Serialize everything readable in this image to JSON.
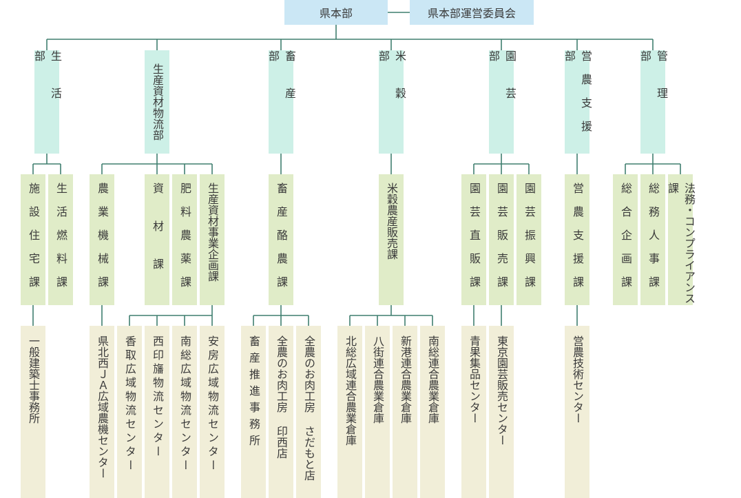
{
  "colors": {
    "top": "#cbe7f5",
    "department": "#cdf0e7",
    "section": "#e0ecc8",
    "facility": "#f1eed8",
    "line": "#3f7f6f",
    "text": "#3a3a3a"
  },
  "headquarters": "県本部",
  "committee": "県本部運営委員会",
  "departments": [
    "生活部",
    "生産資材物流部",
    "畜産部",
    "米穀部",
    "園芸部",
    "営農支援部",
    "管理部"
  ],
  "sections": [
    "施設住宅課",
    "生活燃料課",
    "農業機械課",
    "資材課",
    "肥料農薬課",
    "生産資材事業企画課",
    "畜産酪農課",
    "米穀農産販売課",
    "園芸直販課",
    "園芸販売課",
    "園芸振興課",
    "営農支援課",
    "総合企画課",
    "総務人事課",
    "法務・コンプライアンス課"
  ],
  "facilities": [
    "一般建築士事務所",
    "県北西ＪＡ広域農機センター",
    "香取広域物流センター",
    "西印旛物流センター",
    "南総広域物流センター",
    "安房広域物流センター",
    "畜産推進事務所",
    "全農のお肉工房 印西店",
    "全農のお肉工房 さだもと店",
    "北総広域連合農業倉庫",
    "八街連合農業倉庫",
    "新港連合農業倉庫",
    "南総連合農業倉庫",
    "青果集品センター",
    "東京園芸販売センター",
    "営農技術センター"
  ]
}
